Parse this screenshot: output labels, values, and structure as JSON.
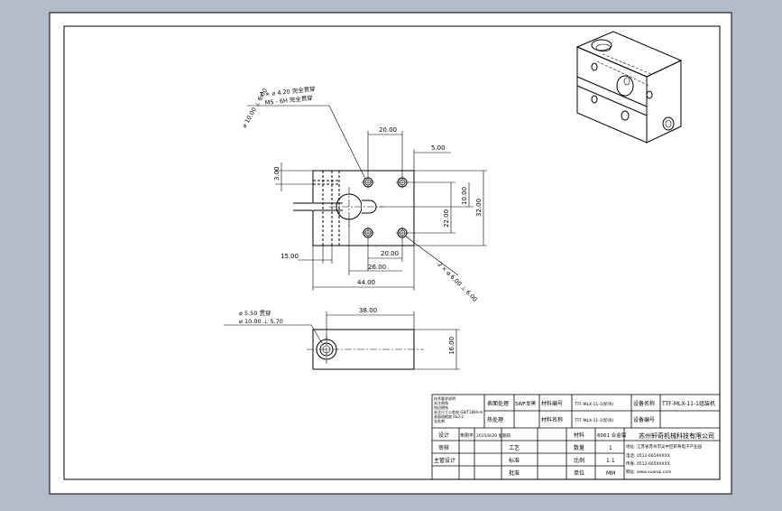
{
  "drawing": {
    "dims": {
      "d20_top": "20.00",
      "d5_top": "5.00",
      "d3_left": "3.00",
      "d22": "22.00",
      "d10": "10.00",
      "d32": "32.00",
      "d20_bot": "20.00",
      "d26": "26.00",
      "d15": "15.00",
      "d44": "44.00",
      "d38": "38.00",
      "d16": "16.00"
    },
    "callouts": {
      "top_line1": "2 × ⌀ 4.20 完全贯穿",
      "top_line2": "M5 - 6H 完全贯穿",
      "top_slant": "⌀ 10.00 ⊥ 6.00",
      "bottom_slant": "2 × ⌀ 6.00 ⊥ 6.00",
      "side_line1": "⌀ 5.50 贯穿",
      "side_line2": "⌀ 10.00 ⊥ 5.70"
    }
  },
  "title_block": {
    "notes": [
      "技术要求说明",
      "未注倒角",
      "锐边倒钝",
      "未注尺寸公差按 GB/T1804-m",
      "表面粗糙度 Ra3.2",
      "去毛刺"
    ],
    "surface_label": "表面处理",
    "surface_value": "SWF发黑",
    "material_code_label": "材料编号",
    "material_label": "材料名称",
    "part_name_value": "TTF-MLX-11-1(阶块)",
    "part_code_value": "TTF-MLX-11-1(阶块)",
    "equipment_name_label": "设备名称",
    "equipment_name_value": "TTF-MLX-11-1组装机",
    "equipment_code_label": "设备编号",
    "heat_label": "热处理",
    "design_label": "设计",
    "design_by": "朱刚平",
    "design_date": "2015/8/20 星期四",
    "review_label": "审核",
    "craft_label": "工艺",
    "approve_label": "主管设计",
    "standard_label": "标准",
    "approval_label": "批准",
    "material_name_label": "材料",
    "material_name_value": "6061 合金铝",
    "qty_label": "数量",
    "qty_value": "1",
    "scale_label": "比例",
    "scale_value": "1:1",
    "unit_label": "单位",
    "unit_value": "MM",
    "company_name": "苏州轩奇机械科技有限公司",
    "company_address": "地址: 江苏省苏州市吴中区轩奇电子产业园",
    "company_tel": "电话: 0512-6659XXXX",
    "company_fax": "传真: 0512-6659XXXX",
    "company_web": "网址: www.xuanqi.com"
  },
  "colors": {
    "background": "#b3bcc9",
    "sheet": "#ffffff",
    "line": "#000000"
  }
}
